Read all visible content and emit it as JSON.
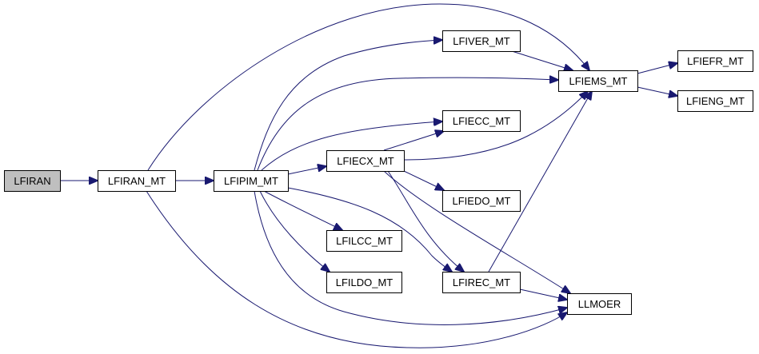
{
  "graph": {
    "edge_color": "#191970",
    "root_fill": "#bfbfbf",
    "nodes": [
      {
        "id": "LFIRAN",
        "label": "LFIRAN",
        "root": true
      },
      {
        "id": "LFIRAN_MT",
        "label": "LFIRAN_MT"
      },
      {
        "id": "LFIPIM_MT",
        "label": "LFIPIM_MT"
      },
      {
        "id": "LFIVER_MT",
        "label": "LFIVER_MT"
      },
      {
        "id": "LFIEMS_MT",
        "label": "LFIEMS_MT"
      },
      {
        "id": "LFIEFR_MT",
        "label": "LFIEFR_MT"
      },
      {
        "id": "LFIENG_MT",
        "label": "LFIENG_MT"
      },
      {
        "id": "LFIECC_MT",
        "label": "LFIECC_MT"
      },
      {
        "id": "LFIECX_MT",
        "label": "LFIECX_MT"
      },
      {
        "id": "LFIEDO_MT",
        "label": "LFIEDO_MT"
      },
      {
        "id": "LFILCC_MT",
        "label": "LFILCC_MT"
      },
      {
        "id": "LFILDO_MT",
        "label": "LFILDO_MT"
      },
      {
        "id": "LFIREC_MT",
        "label": "LFIREC_MT"
      },
      {
        "id": "LLMOER",
        "label": "LLMOER"
      }
    ],
    "edges": [
      {
        "from": "LFIRAN",
        "to": "LFIRAN_MT"
      },
      {
        "from": "LFIRAN_MT",
        "to": "LFIPIM_MT"
      },
      {
        "from": "LFIRAN_MT",
        "to": "LFIEMS_MT"
      },
      {
        "from": "LFIRAN_MT",
        "to": "LLMOER"
      },
      {
        "from": "LFIPIM_MT",
        "to": "LFIVER_MT"
      },
      {
        "from": "LFIPIM_MT",
        "to": "LFIEMS_MT"
      },
      {
        "from": "LFIPIM_MT",
        "to": "LFIECC_MT"
      },
      {
        "from": "LFIPIM_MT",
        "to": "LFIECX_MT"
      },
      {
        "from": "LFIPIM_MT",
        "to": "LFILCC_MT"
      },
      {
        "from": "LFIPIM_MT",
        "to": "LFILDO_MT"
      },
      {
        "from": "LFIPIM_MT",
        "to": "LFIREC_MT"
      },
      {
        "from": "LFIPIM_MT",
        "to": "LLMOER"
      },
      {
        "from": "LFIVER_MT",
        "to": "LFIEMS_MT"
      },
      {
        "from": "LFIEMS_MT",
        "to": "LFIEFR_MT"
      },
      {
        "from": "LFIEMS_MT",
        "to": "LFIENG_MT"
      },
      {
        "from": "LFIECX_MT",
        "to": "LFIECC_MT"
      },
      {
        "from": "LFIECX_MT",
        "to": "LFIEMS_MT"
      },
      {
        "from": "LFIECX_MT",
        "to": "LFIEDO_MT"
      },
      {
        "from": "LFIECX_MT",
        "to": "LFIREC_MT"
      },
      {
        "from": "LFIECX_MT",
        "to": "LLMOER"
      },
      {
        "from": "LFIREC_MT",
        "to": "LFIEMS_MT"
      },
      {
        "from": "LFIREC_MT",
        "to": "LLMOER"
      }
    ]
  }
}
